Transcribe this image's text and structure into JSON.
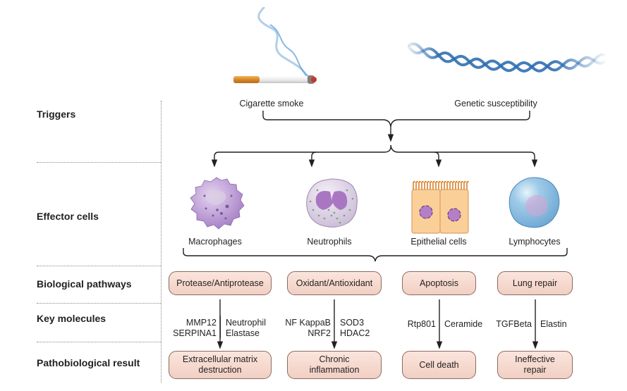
{
  "rows": {
    "triggers": "Triggers",
    "effector_cells": "Effector cells",
    "biological_pathways": "Biological pathways",
    "key_molecules": "Key molecules",
    "pathobiological_result": "Pathobiological result"
  },
  "triggers": {
    "cigarette": {
      "label": "Cigarette smoke",
      "icon": "cigarette-icon"
    },
    "genetic": {
      "label": "Genetic susceptibility",
      "icon": "dna-helix-icon"
    }
  },
  "cells": [
    {
      "label": "Macrophages",
      "icon": "macrophage-icon"
    },
    {
      "label": "Neutrophils",
      "icon": "neutrophil-icon"
    },
    {
      "label": "Epithelial cells",
      "icon": "epithelial-cells-icon"
    },
    {
      "label": "Lymphocytes",
      "icon": "lymphocyte-icon"
    }
  ],
  "pathways": [
    {
      "pathway": "Protease/Antiprotease",
      "molecules_left": [
        "MMP12",
        "SERPINA1"
      ],
      "molecules_right": [
        "Neutrophil",
        "Elastase"
      ],
      "result": [
        "Extracellular matrix",
        "destruction"
      ]
    },
    {
      "pathway": "Oxidant/Antioxidant",
      "molecules_left": [
        "NF KappaB",
        "NRF2"
      ],
      "molecules_right": [
        "SOD3",
        "HDAC2"
      ],
      "result": [
        "Chronic",
        "inflammation"
      ]
    },
    {
      "pathway": "Apoptosis",
      "molecules_left": [
        "Rtp801"
      ],
      "molecules_right": [
        "Ceramide"
      ],
      "result": [
        "Cell death"
      ]
    },
    {
      "pathway": "Lung repair",
      "molecules_left": [
        "TGFBeta"
      ],
      "molecules_right": [
        "Elastin"
      ],
      "result": [
        "Ineffective",
        "repair"
      ]
    }
  ],
  "colors": {
    "box_fill": "#f6d9ce",
    "box_border": "#8c6a60",
    "arrow": "#231f20"
  }
}
